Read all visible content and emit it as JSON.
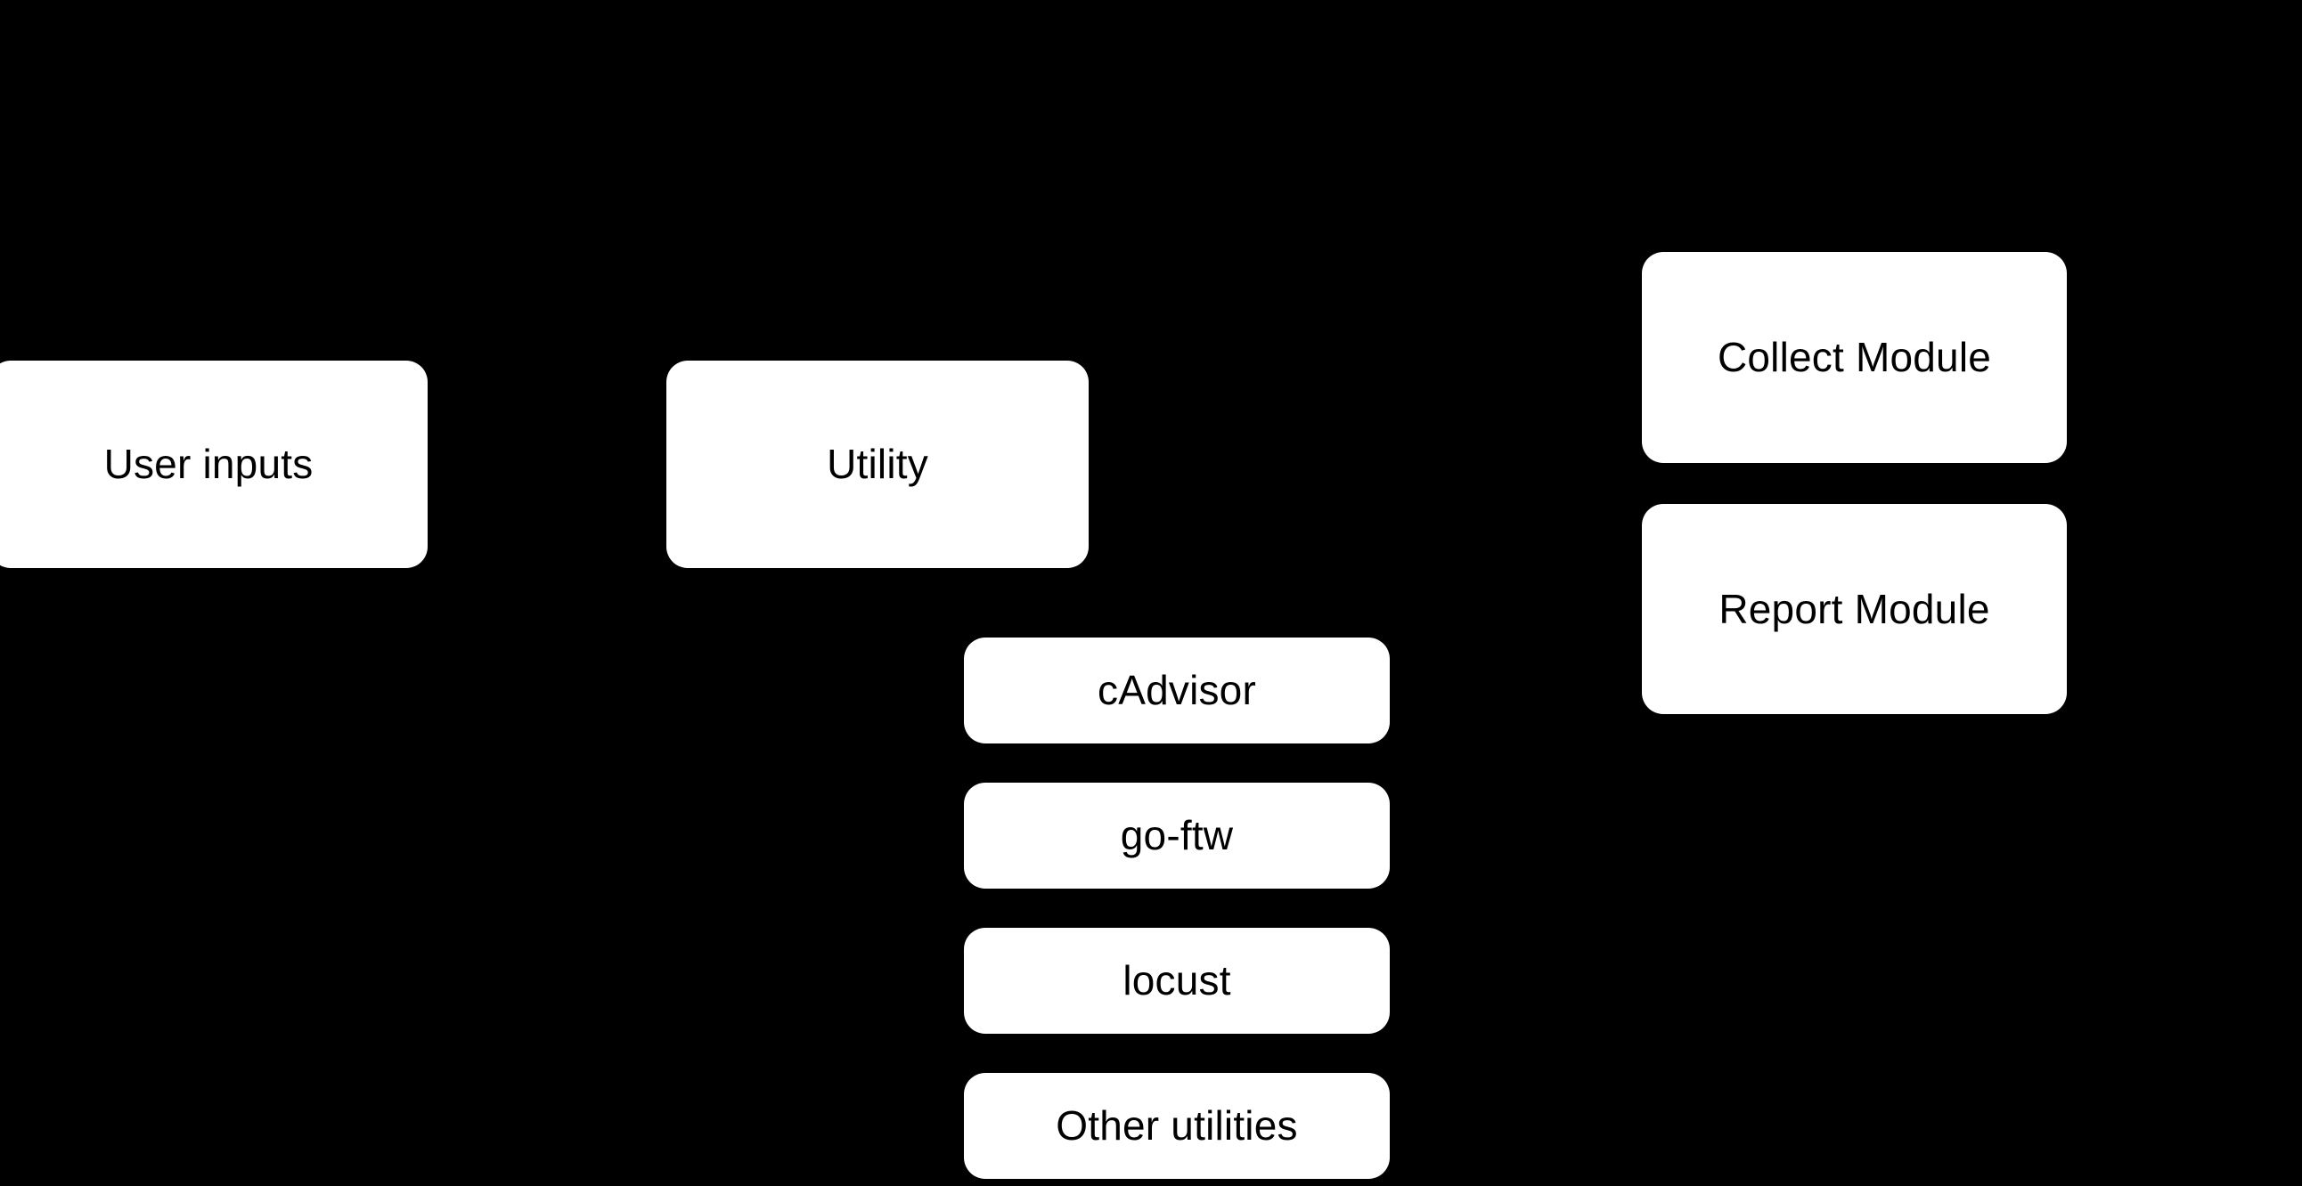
{
  "diagram": {
    "type": "block-diagram",
    "background_color": "#000000",
    "node_fill_color": "#ffffff",
    "node_text_color": "#000000",
    "columns": {
      "input": {
        "nodes": [
          {
            "id": "user-inputs",
            "label": "User inputs"
          }
        ]
      },
      "utility": {
        "parent": {
          "id": "utility",
          "label": "Utility"
        },
        "children": [
          {
            "id": "cadvisor",
            "label": "cAdvisor"
          },
          {
            "id": "go-ftw",
            "label": "go-ftw"
          },
          {
            "id": "locust",
            "label": "locust"
          },
          {
            "id": "other-utilities",
            "label": "Other utilities"
          }
        ]
      },
      "modules": {
        "nodes": [
          {
            "id": "collect-module",
            "label": "Collect Module"
          },
          {
            "id": "report-module",
            "label": "Report Module"
          }
        ]
      }
    }
  }
}
